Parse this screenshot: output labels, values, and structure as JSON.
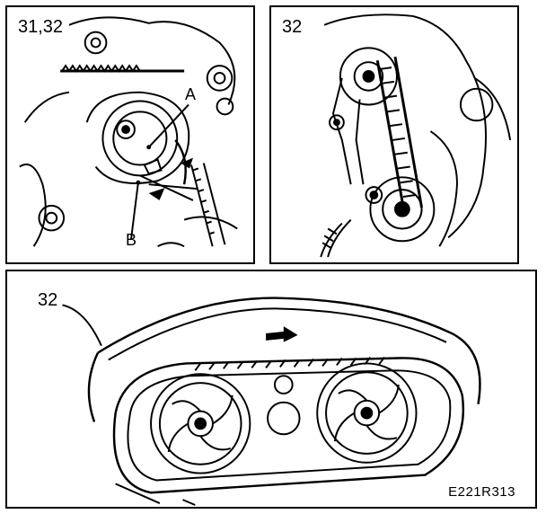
{
  "figure": {
    "reference_code": "E221R313"
  },
  "panels": [
    {
      "id": "a",
      "step_label": "31,32",
      "callouts": [
        "A",
        "B"
      ]
    },
    {
      "id": "b",
      "step_label": "32"
    },
    {
      "id": "c",
      "step_label": "32"
    }
  ],
  "colors": {
    "ink": "#000000",
    "paper": "#ffffff"
  }
}
